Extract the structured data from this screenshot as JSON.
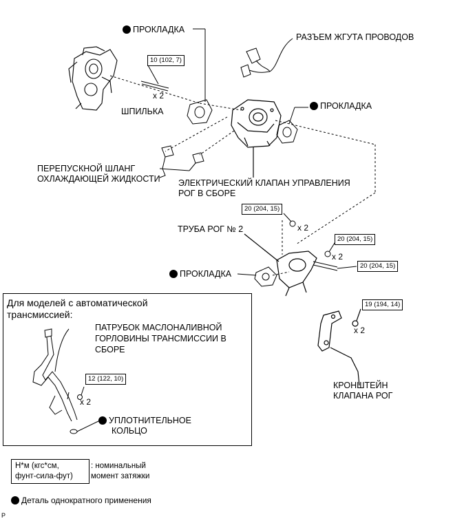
{
  "labels": {
    "gasket_top": "ПРОКЛАДКА",
    "harness_connector": "РАЗЪЕМ ЖГУТА ПРОВОДОВ",
    "stud": "ШПИЛЬКА",
    "gasket_right": "ПРОКЛАДКА",
    "bypass_hose_line1": "ПЕРЕПУСКНОЙ ШЛАНГ",
    "bypass_hose_line2": "ОХЛАЖДАЮЩЕЙ ЖИДКОСТИ",
    "egr_valve_line1": "ЭЛЕКТРИЧЕСКИЙ КЛАПАН УПРАВЛЕНИЯ",
    "egr_valve_line2": "РОГ В СБОРЕ",
    "egr_pipe": "ТРУБА РОГ № 2",
    "gasket_lower": "ПРОКЛАДКА",
    "bracket_line1": "КРОНШТЕЙН",
    "bracket_line2": "КЛАПАНА РОГ"
  },
  "torques": {
    "stud": "10 (102, 7)",
    "pipe_top": "20 (204, 15)",
    "pipe_nut": "20 (204, 15)",
    "pipe_bolt": "20 (204, 15)",
    "bracket": "19 (194, 14)",
    "filler": "12 (122, 10)"
  },
  "quantities": {
    "stud": "x 2",
    "pipe_top": "x 2",
    "pipe_nut": "x 2",
    "bracket": "x 2",
    "filler": "x 2"
  },
  "inset": {
    "title_line1": "Для моделей с автоматической",
    "title_line2": "трансмиссией:",
    "filler_line1": "ПАТРУБОК МАСЛОНАЛИВНОЙ",
    "filler_line2": "ГОРЛОВИНЫ ТРАНСМИССИИ В",
    "filler_line3": "СБОРЕ",
    "oring_line1": "УПЛОТНИТЕЛЬНОЕ",
    "oring_line2": "КОЛЬЦО"
  },
  "legend": {
    "unit_line1": "Н*м (кгс*см,",
    "unit_line2": "фунт-сила-фут)",
    "unit_desc_line1": ": номинальный",
    "unit_desc_line2": "момент затяжки",
    "single_use": "Деталь однократного применения"
  },
  "corner_mark": "P"
}
